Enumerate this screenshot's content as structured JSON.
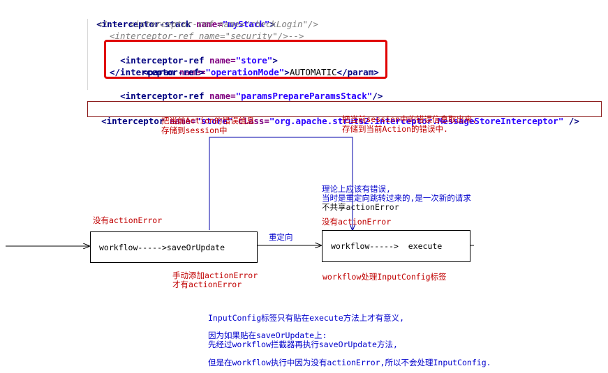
{
  "code": {
    "l1_tag": "<interceptor-stack ",
    "l1_attr": "name=",
    "l1_val": "\"myStack\"",
    "l1_end": ">",
    "l2": "<!--  <interceptor-ref name=\"checkLogin\"/>",
    "l3": "<interceptor-ref name=\"security\"/>-->",
    "l4_tag": "<interceptor-ref ",
    "l4_attr": "name=",
    "l4_val": "\"store\"",
    "l4_end": ">",
    "l5_tag": "<param ",
    "l5_attr": "name=",
    "l5_val": "\"operationMode\"",
    "l5_mid": ">",
    "l5_text": "AUTOMATIC",
    "l5_end": "</param>",
    "l6": "</interceptor-ref>",
    "l7_tag": "<interceptor-ref ",
    "l7_attr": "name=",
    "l7_val": "\"paramsPrepareParamsStack\"",
    "l7_end": "/>",
    "decl_tag": "<interceptor ",
    "decl_attr1": "name=",
    "decl_val1": "\"store\"",
    "decl_attr2": " class=",
    "decl_val2": "\"org.apache.struts2.interceptor.MessageStoreInterceptor\"",
    "decl_end": " />"
  },
  "notes": {
    "store_left_1": "把当前Action的错误信息",
    "store_left_2": "存储到session中",
    "store_right_1": "把当前session中的错误信息取出来,",
    "store_right_2": "存储到当前Action的错误中.",
    "theory_1": "理论上应该有错误,",
    "theory_2": "当时是重定向跳转过来的,是一次新的请求",
    "theory_3": "不共享actionError",
    "no_error_left": "没有actionError",
    "no_error_right": "没有actionError",
    "redirect": "重定向",
    "manual_1": "手动添加actionError",
    "manual_2": "才有actionError",
    "workflow_label": "workflow处理InputConfig标签",
    "bottom_1": "InputConfig标签只有贴在execute方法上才有意义,",
    "bottom_2": "因为如果贴在saveOrUpdate上:",
    "bottom_3": "先经过workflow拦截器再执行saveOrUpdate方法,",
    "bottom_4": "但是在workflow执行中因为没有actionError,所以不会处理InputConfig."
  },
  "boxes": {
    "left": "workflow----->saveOrUpdate",
    "right": "workflow----->  execute"
  },
  "colors": {
    "highlight": "#e00000",
    "tag": "#000080",
    "attr": "#7f007f",
    "value": "#2a00ff",
    "comment": "#7f7f7f",
    "note_red": "#c00000",
    "note_blue": "#0000cc",
    "flow_line": "#0000aa"
  }
}
